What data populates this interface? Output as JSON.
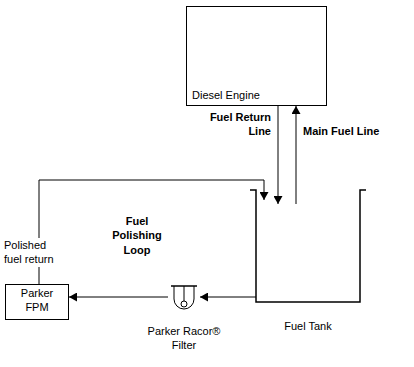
{
  "diagram": {
    "nodes": [
      {
        "text": [
          "Diesel Engine"
        ]
      },
      {
        "text": [
          "Fuel Tank"
        ]
      },
      {
        "text": [
          "Parker FPM"
        ]
      },
      {
        "text": [
          "Parker Racor® Filter"
        ]
      }
    ],
    "edges": [
      {
        "from": 0,
        "to": 1,
        "label": "Fuel Return Line",
        "arrow": "to"
      },
      {
        "from": 1,
        "to": 0,
        "label": "Main Fuel Line",
        "arrow": "to"
      },
      {
        "from": 1,
        "to": 3,
        "arrow": "to"
      },
      {
        "from": 3,
        "to": 2,
        "arrow": "to"
      },
      {
        "from": 2,
        "to": 1,
        "label": "Polished fuel return",
        "arrow": "to"
      }
    ],
    "labels": [
      "Fuel Polishing Loop"
    ]
  }
}
